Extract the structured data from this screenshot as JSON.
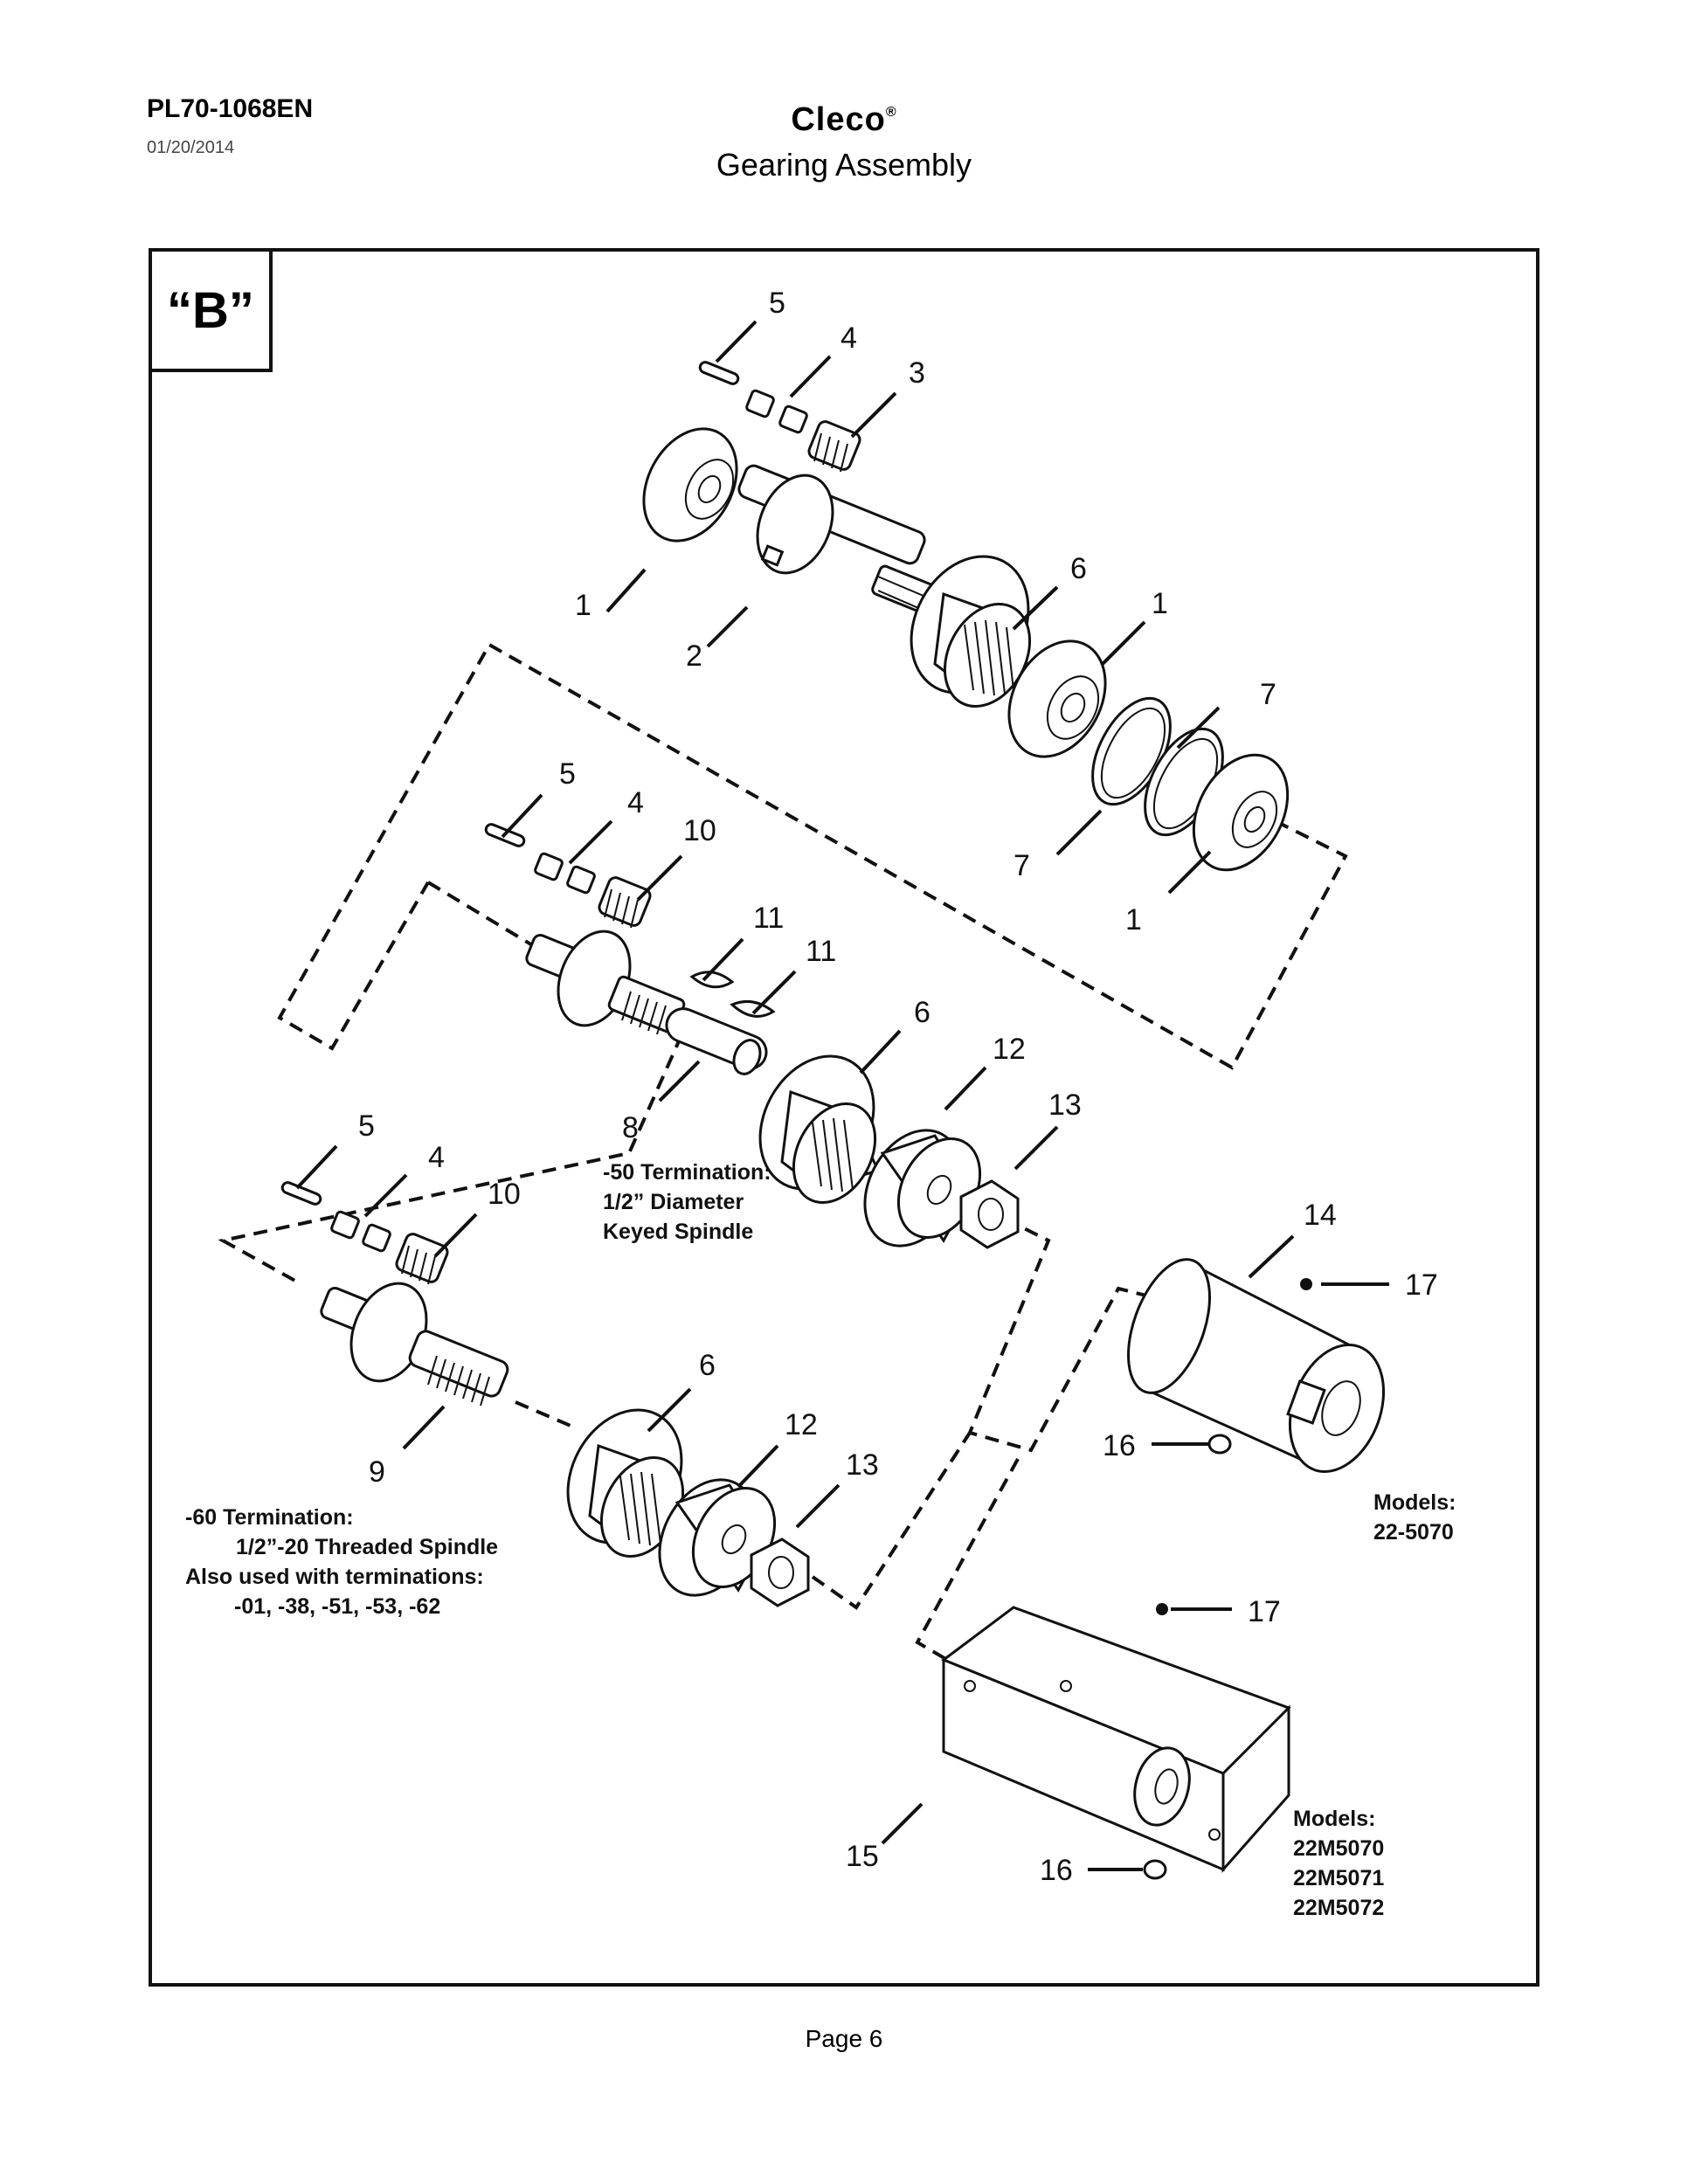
{
  "header": {
    "doc_number": "PL70-1068EN",
    "date": "01/20/2014",
    "brand": "Cleco",
    "brand_mark": "®",
    "title": "Gearing Assembly"
  },
  "view_label": "“B”",
  "callouts": {
    "c1a": "1",
    "c1b": "1",
    "c1c": "1",
    "c2": "2",
    "c3": "3",
    "c4a": "4",
    "c4b": "4",
    "c4c": "4",
    "c5a": "5",
    "c5b": "5",
    "c5c": "5",
    "c6a": "6",
    "c6b": "6",
    "c6c": "6",
    "c7a": "7",
    "c7b": "7",
    "c8": "8",
    "c9": "9",
    "c10a": "10",
    "c10b": "10",
    "c11a": "11",
    "c11b": "11",
    "c12a": "12",
    "c12b": "12",
    "c13a": "13",
    "c13b": "13",
    "c14": "14",
    "c15": "15",
    "c16a": "16",
    "c16b": "16",
    "c17a": "17",
    "c17b": "17"
  },
  "notes": {
    "term50": [
      "-50 Termination:",
      "1/2” Diameter",
      "Keyed Spindle"
    ],
    "term60": [
      "-60 Termination:",
      "1/2”-20 Threaded Spindle",
      "Also used with terminations:",
      "-01, -38, -51, -53, -62"
    ],
    "models_a": [
      "Models:",
      "22-5070"
    ],
    "models_b": [
      "Models:",
      "22M5070",
      "22M5071",
      "22M5072"
    ]
  },
  "footer": {
    "page": "Page 6"
  }
}
